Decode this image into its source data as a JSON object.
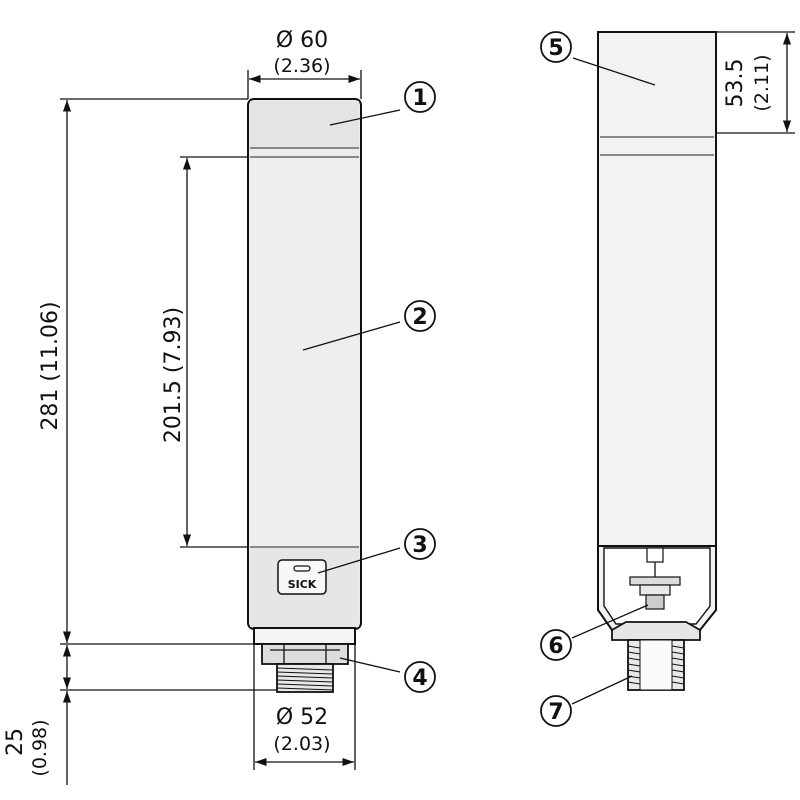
{
  "dimensions": {
    "top_diameter": "Ø 60",
    "top_diameter_in": "(2.36)",
    "total_height": "281 (11.06)",
    "light_height": "201.5 (7.93)",
    "base_diameter": "Ø 52",
    "base_diameter_in": "(2.03)",
    "base_height": "25",
    "base_height_in": "(0.98)",
    "cap_height": "53.5",
    "cap_height_in": "(2.11)"
  },
  "callouts": [
    "1",
    "2",
    "3",
    "4",
    "5",
    "6",
    "7"
  ],
  "logo_text": "SICK"
}
